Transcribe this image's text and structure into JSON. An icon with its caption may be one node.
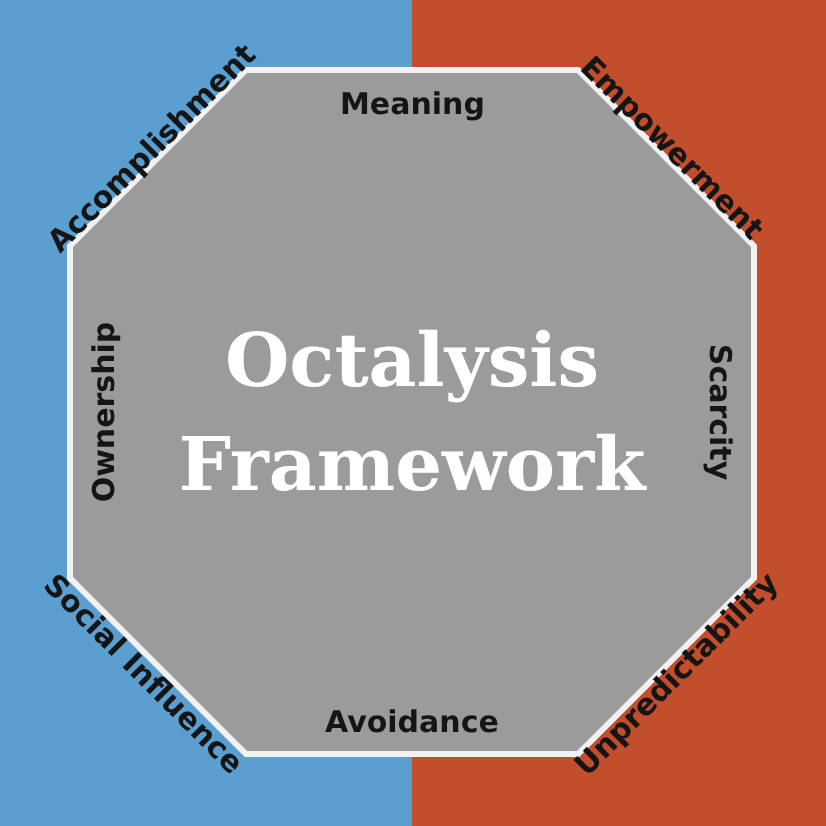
{
  "diagram": {
    "nodes": [
      {
        "text": [
          "Octalysis Framework"
        ]
      }
    ],
    "labels": [
      "Accomplishment",
      "Meaning",
      "Empowerment",
      "Ownership",
      "Scarcity",
      "Social Influence",
      "Avoidance",
      "Unpredictability"
    ]
  }
}
